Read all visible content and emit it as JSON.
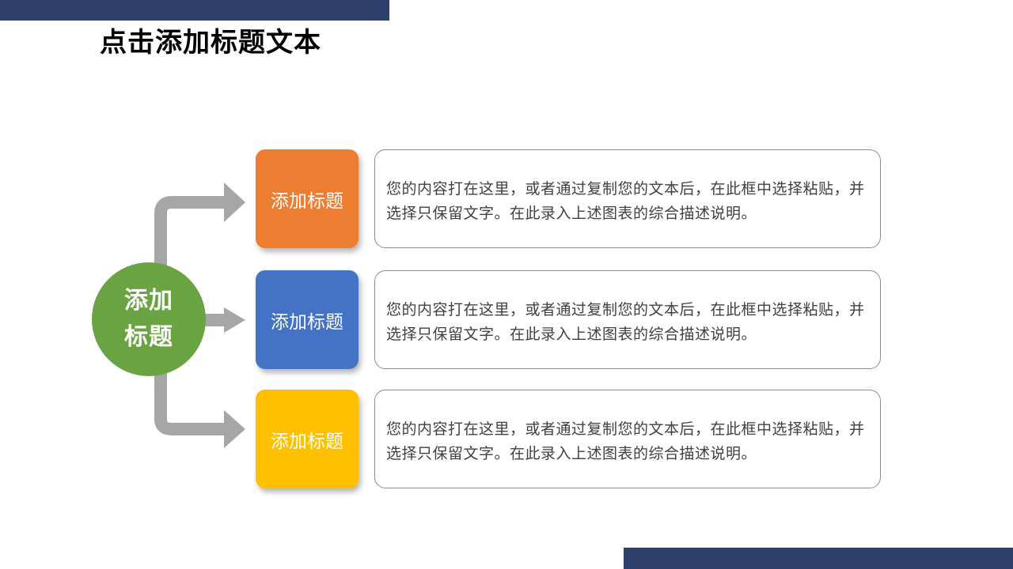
{
  "slide": {
    "title": "点击添加标题文本",
    "hub_label": "添加标题",
    "items": [
      {
        "label": "添加标题",
        "color": "#ed7d31",
        "text": "您的内容打在这里，或者通过复制您的文本后，在此框中选择粘贴，并选择只保留文字。在此录入上述图表的综合描述说明。"
      },
      {
        "label": "添加标题",
        "color": "#4472c4",
        "text": "您的内容打在这里，或者通过复制您的文本后，在此框中选择粘贴，并选择只保留文字。在此录入上述图表的综合描述说明。"
      },
      {
        "label": "添加标题",
        "color": "#ffc000",
        "text": "您的内容打在这里，或者通过复制您的文本后，在此框中选择粘贴，并选择只保留文字。在此录入上述图表的综合描述说明。"
      }
    ]
  },
  "colors": {
    "accent_bar": "#2f3f6c",
    "hub": "#6aa342",
    "connector": "#a6a6a6"
  }
}
